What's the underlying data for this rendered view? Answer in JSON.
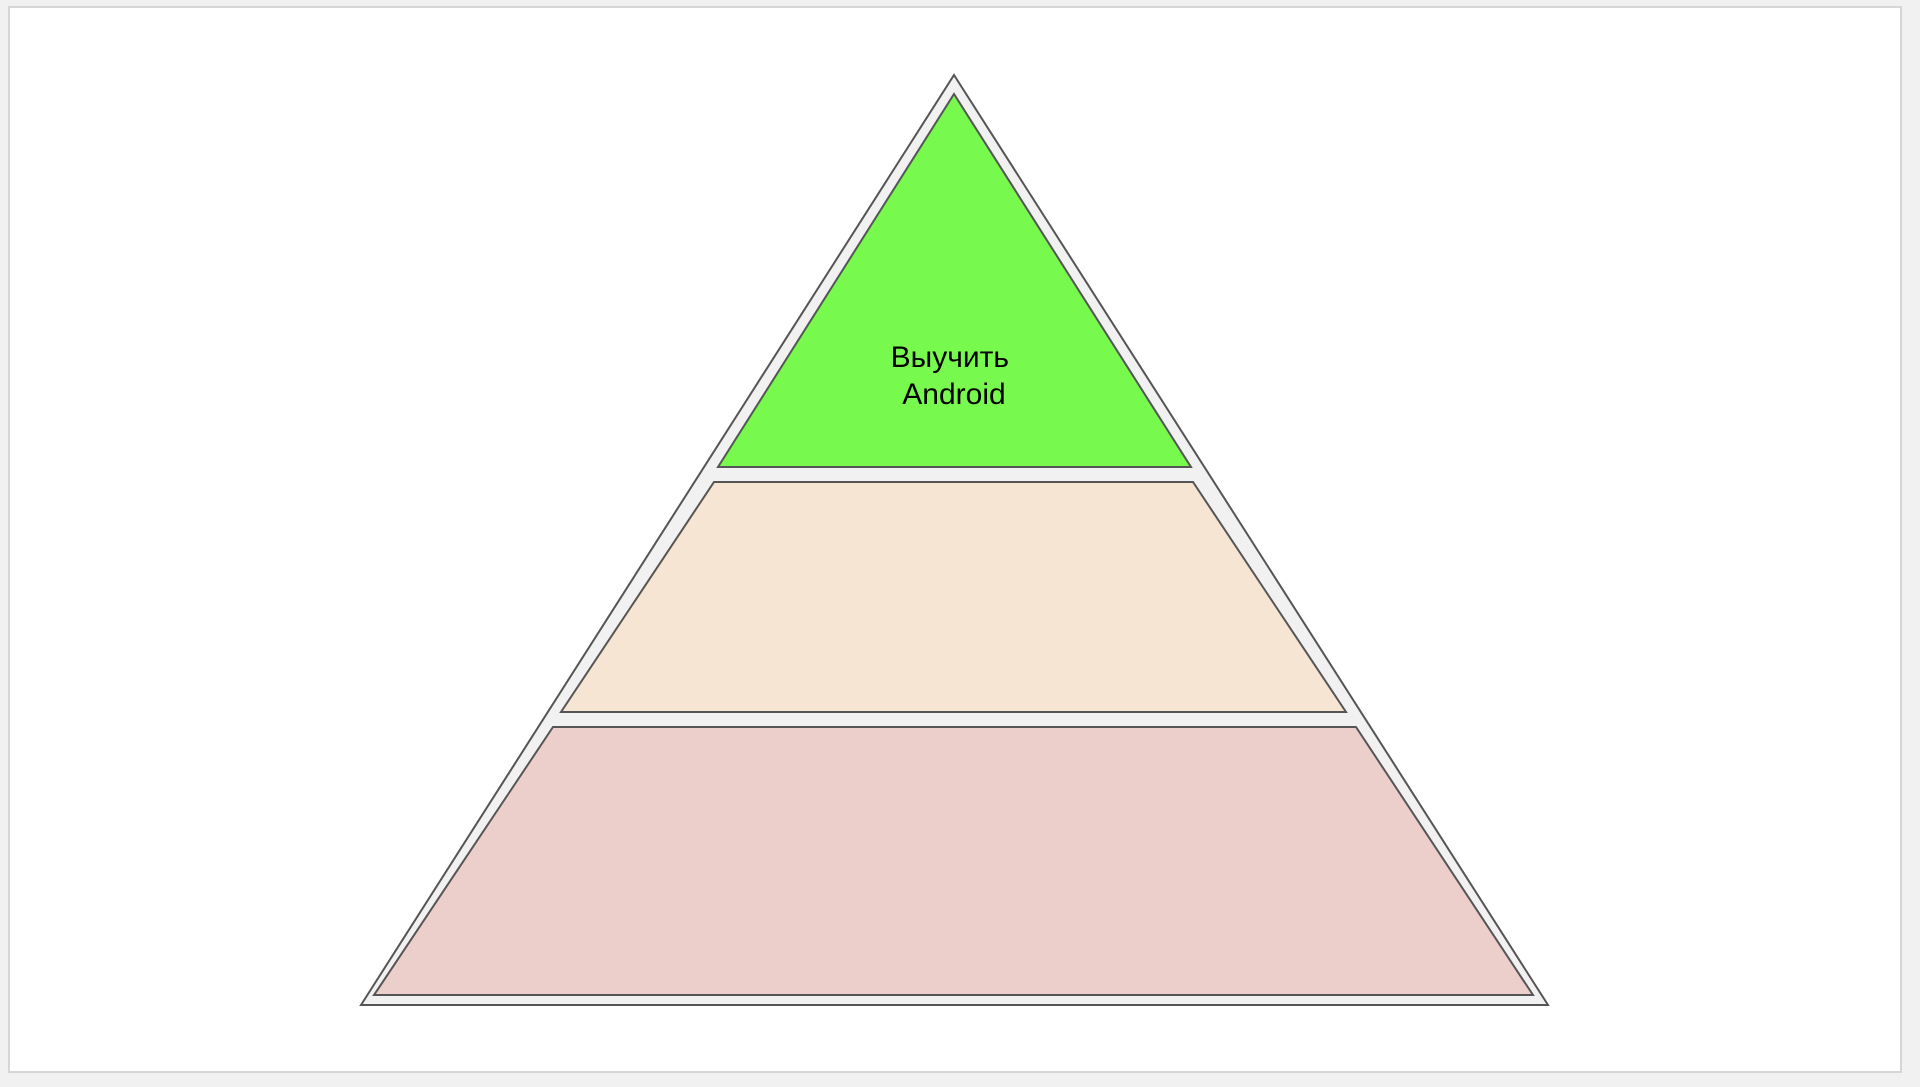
{
  "slide": {
    "pyramid": {
      "outline_color": "#f1f1f1",
      "stroke_color": "#555555",
      "levels": [
        {
          "id": "top",
          "fill": "#77f94d",
          "label_lines": [
            "Выучить",
            "Android"
          ]
        },
        {
          "id": "middle",
          "fill": "#f6e5d2",
          "label_lines": []
        },
        {
          "id": "bottom",
          "fill": "#ecceca",
          "label_lines": []
        }
      ]
    }
  }
}
